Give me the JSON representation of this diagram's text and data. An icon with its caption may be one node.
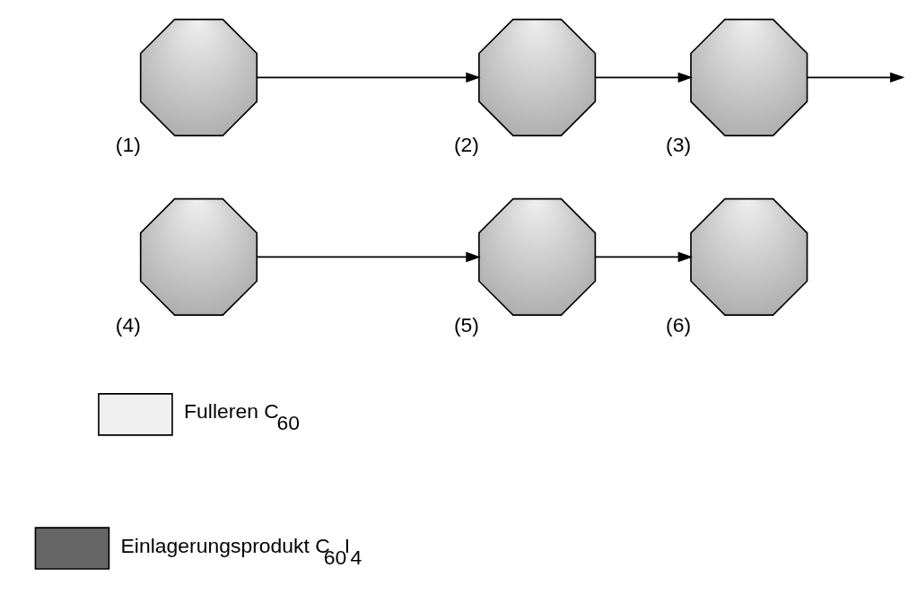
{
  "diagram": {
    "nodes": [
      {
        "text": [],
        "shape": "octagon",
        "beside": [
          "(1)"
        ]
      },
      {
        "text": [],
        "shape": "octagon",
        "beside": [
          "(2)"
        ]
      },
      {
        "text": [],
        "shape": "octagon",
        "beside": [
          "(3)"
        ]
      },
      {
        "text": [],
        "shape": "octagon",
        "beside": [
          "(4)"
        ]
      },
      {
        "text": [],
        "shape": "octagon",
        "beside": [
          "(5)"
        ]
      },
      {
        "text": [],
        "shape": "octagon",
        "beside": [
          "(6)"
        ]
      }
    ],
    "edges": [
      {
        "from": 0,
        "to": 1,
        "arrow": "to"
      },
      {
        "from": 1,
        "to": 2,
        "arrow": "to"
      },
      {
        "from": 2,
        "to": null,
        "arrow": "to"
      },
      {
        "from": 3,
        "to": 4,
        "arrow": "to"
      },
      {
        "from": 4,
        "to": 5,
        "arrow": "to"
      }
    ],
    "legend": [
      {
        "text": "Fulleren C$_{60}$",
        "color": "#efefef"
      },
      {
        "text": "Einlagerungsprodukt C$_{60}$I$_{4}$",
        "color": "#666666"
      }
    ]
  }
}
